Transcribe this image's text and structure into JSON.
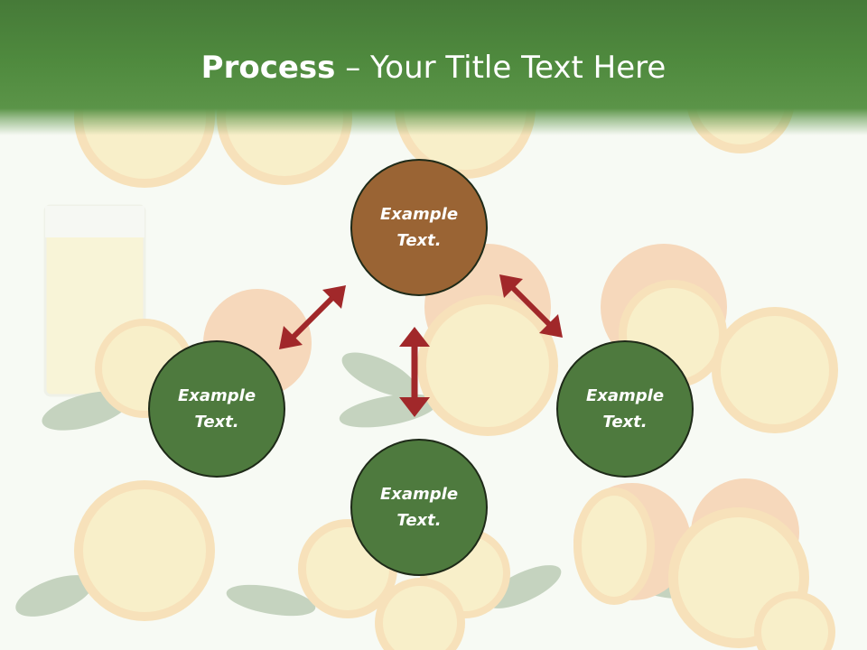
{
  "title": {
    "bold": "Process",
    "dash": " – ",
    "rest": "Your Title Text Here"
  },
  "nodes": [
    {
      "line1": "Example",
      "line2": "Text.",
      "color": "#9a6434"
    },
    {
      "line1": "Example",
      "line2": "Text.",
      "color": "#4e7a3e"
    },
    {
      "line1": "Example",
      "line2": "Text.",
      "color": "#4e7a3e"
    },
    {
      "line1": "Example",
      "line2": "Text.",
      "color": "#4e7a3e"
    }
  ],
  "colors": {
    "header": "#4f8a3e",
    "arrow": "#a1282a",
    "node_border": "#1e2a18"
  }
}
